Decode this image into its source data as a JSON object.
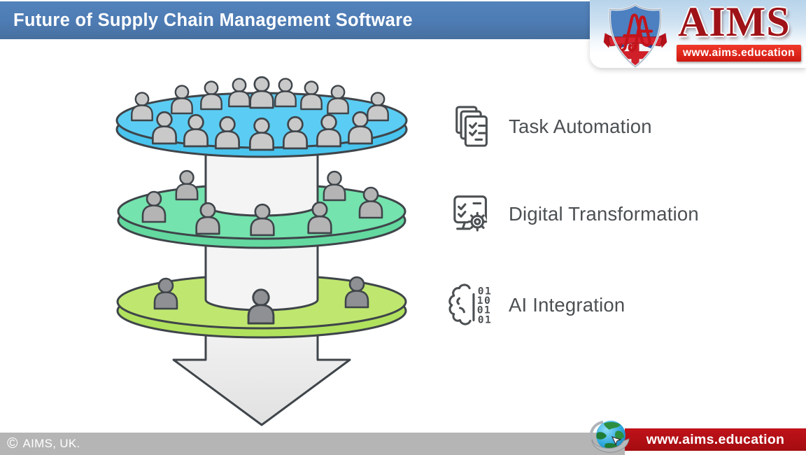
{
  "header": {
    "title": "Future of Supply Chain Management Software"
  },
  "logo": {
    "brand": "AIMS",
    "monogram": "AA",
    "website": "www.aims.education"
  },
  "features": [
    {
      "label": "Task Automation",
      "icon": "documents-checklist"
    },
    {
      "label": "Digital Transformation",
      "icon": "screen-checks-gear"
    },
    {
      "label": "AI Integration",
      "icon": "brain-binary",
      "binary_rows": [
        "01",
        "10",
        "01",
        "01"
      ]
    }
  ],
  "diagram": {
    "type": "layered-funnel",
    "arrow_direction": "down",
    "layers": [
      {
        "name": "top",
        "color": "#5bcdf4",
        "people_count": 16
      },
      {
        "name": "middle",
        "color": "#74e3ad",
        "people_count": 7
      },
      {
        "name": "bottom",
        "color": "#bfe76f",
        "people_count": 3
      }
    ]
  },
  "footer": {
    "copyright_symbol": "©",
    "copyright_text": "AIMS, UK.",
    "website": "www.aims.education"
  },
  "colors": {
    "header_bg": "#4e7cb4",
    "footer_gray": "#b5b5b5",
    "footer_red": "#b30e13",
    "brand_red": "#9e1218",
    "banner_red": "#e02313",
    "label_text": "#4c5053"
  }
}
